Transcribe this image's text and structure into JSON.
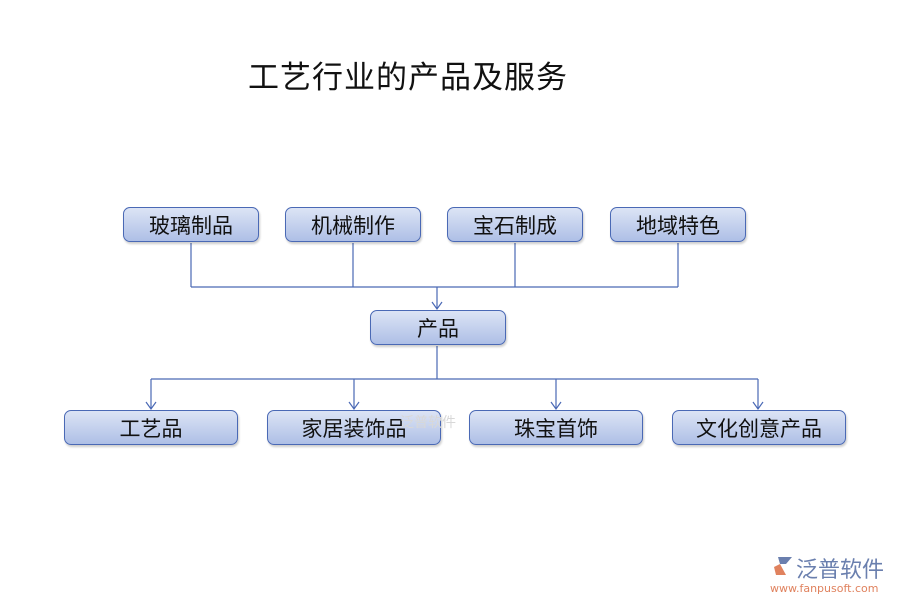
{
  "title": "工艺行业的产品及服务",
  "top_nodes": [
    "玻璃制品",
    "机械制作",
    "宝石制成",
    "地域特色"
  ],
  "center_node": "产品",
  "bottom_nodes": [
    "工艺品",
    "家居装饰品",
    "珠宝首饰",
    "文化创意产品"
  ],
  "watermark": "泛普软件",
  "logo": {
    "name": "泛普软件",
    "url": "www.fanpusoft.com"
  },
  "colors": {
    "line": "#4a69b5",
    "box_fill": "#aebfe6"
  }
}
